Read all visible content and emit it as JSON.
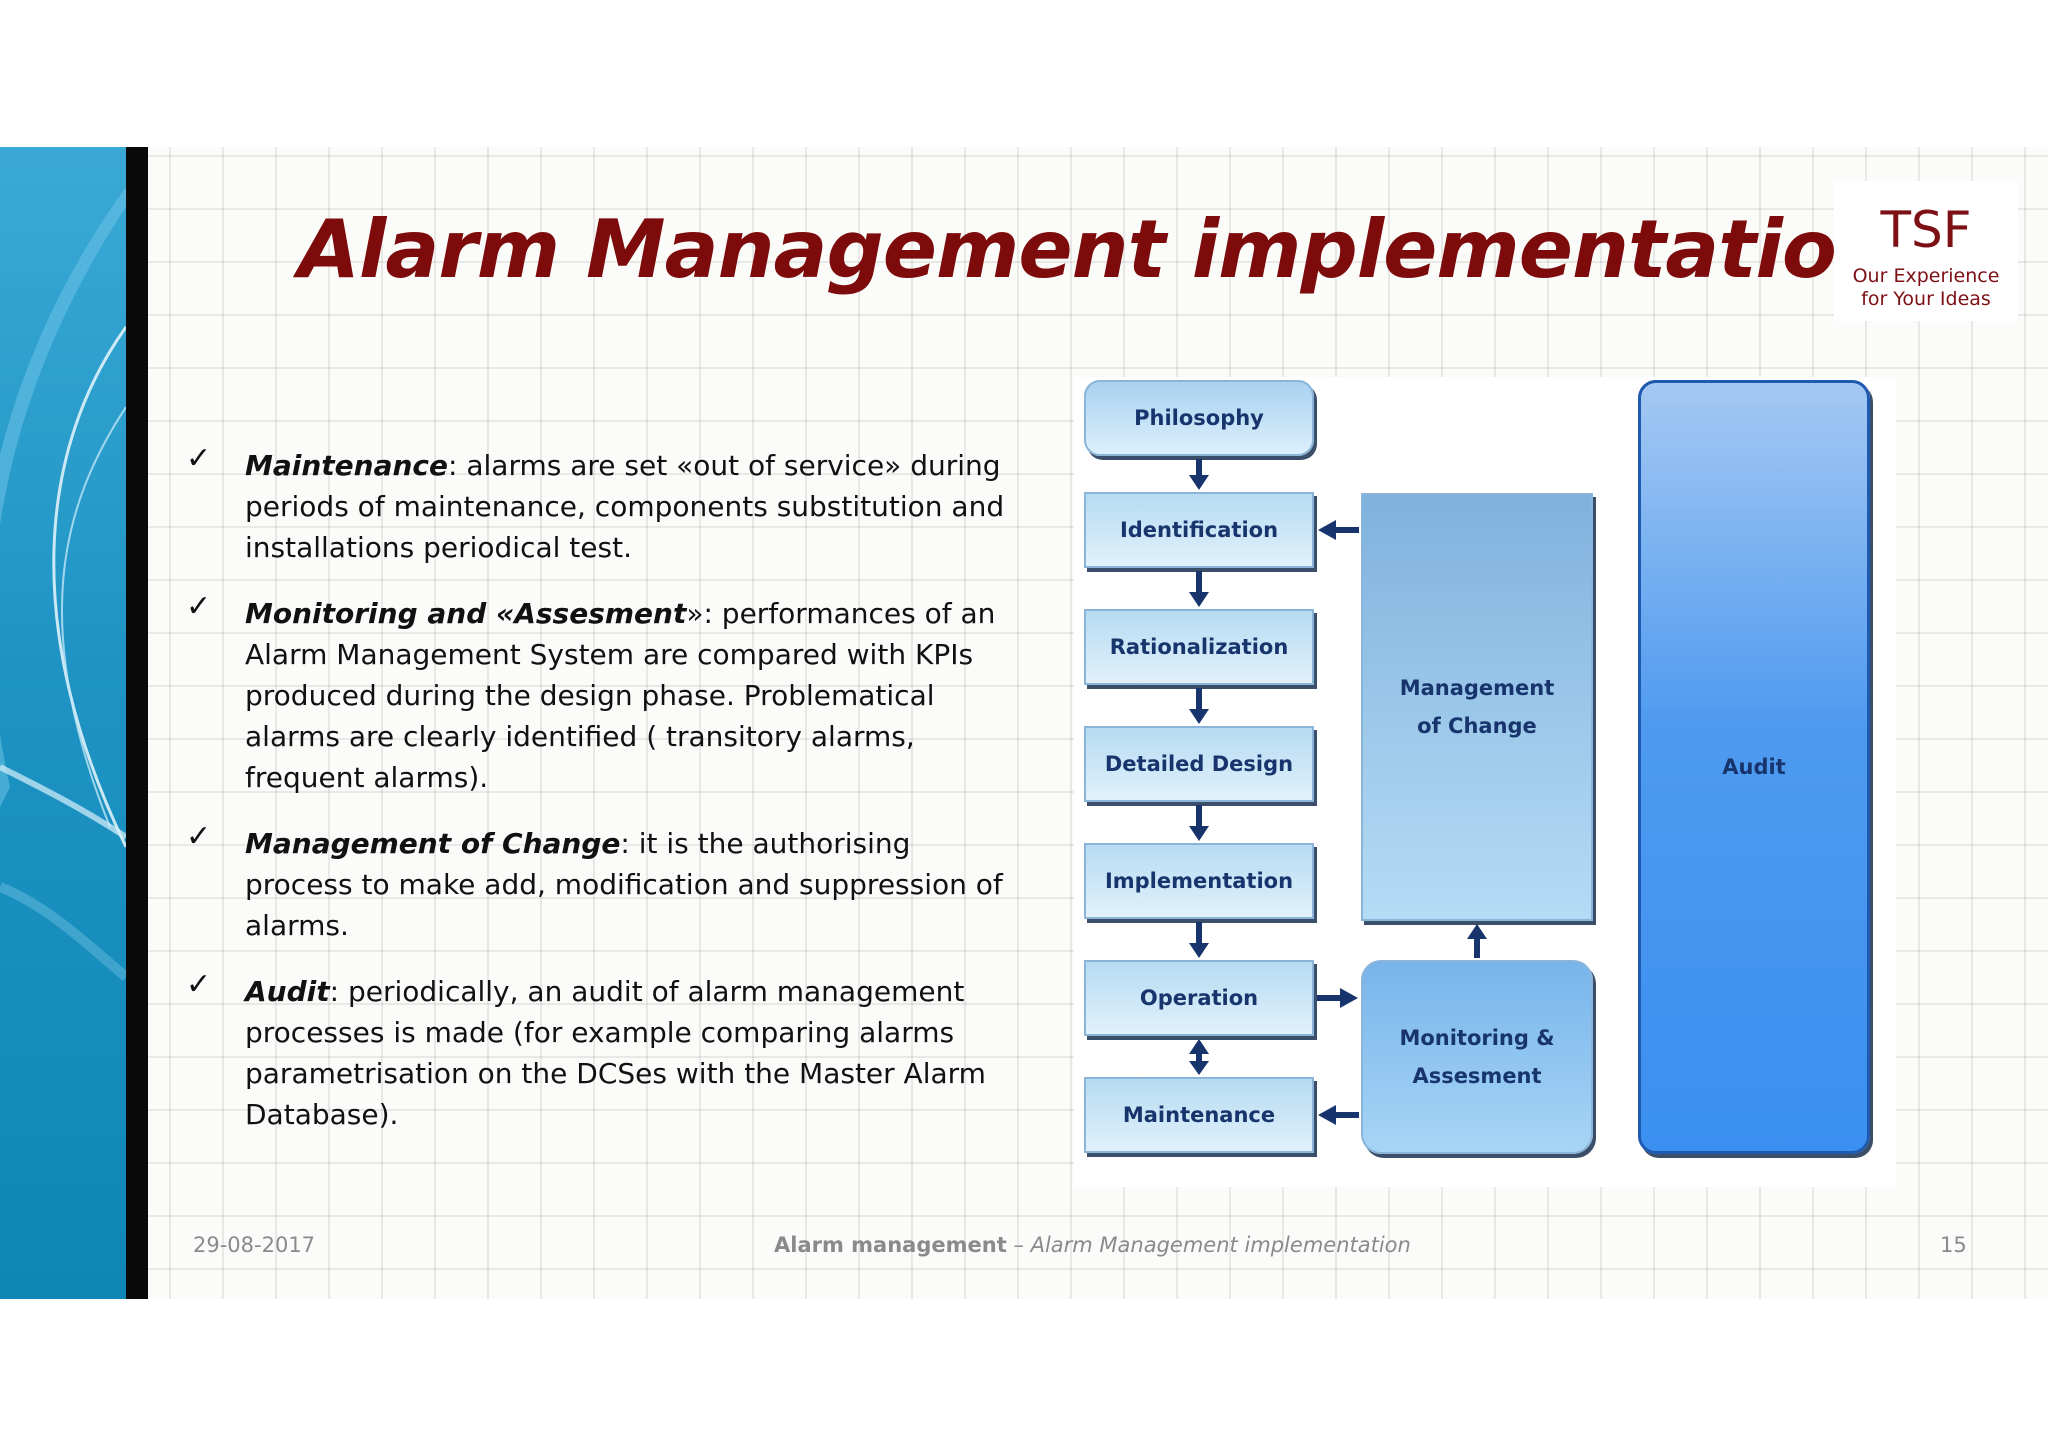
{
  "title": "Alarm Management implementation",
  "logo": {
    "name": "TSF",
    "tagline_line1": "Our Experience",
    "tagline_line2": "for Your Ideas"
  },
  "bullets": [
    {
      "term": "Maintenance",
      "text": ": alarms are set «out of service» during periods of maintenance, components substitution and installations periodical test."
    },
    {
      "term": "Monitoring and «Assesment",
      "text": "»: performances of an Alarm Management System are compared with KPIs produced during the design phase. Problematical alarms are clearly identified ( transitory alarms, frequent alarms)."
    },
    {
      "term": "Management of Change",
      "text": ": it is the authorising process to make add, modification and suppression of alarms."
    },
    {
      "term": "Audit",
      "text": ": periodically, an audit of alarm management processes is made (for example comparing alarms parametrisation on the DCSes with the Master Alarm Database)."
    }
  ],
  "diagram": {
    "steps": [
      "Philosophy",
      "Identification",
      "Rationalization",
      "Detailed Design",
      "Implementation",
      "Operation",
      "Maintenance"
    ],
    "moc_line1": "Management",
    "moc_line2": "of Change",
    "monitoring_line1": "Monitoring &",
    "monitoring_line2": "Assesment",
    "audit": "Audit",
    "colors": {
      "arrow": "#17346d",
      "step_text": "#17346d",
      "audit_fill": "#3b8ff0"
    }
  },
  "footer": {
    "date": "29-08-2017",
    "title_bold": "Alarm management",
    "separator": " – ",
    "subtitle": "Alarm Management implementation",
    "page_number": "15"
  },
  "icons": {
    "check": "checkmark-icon",
    "arrow": "arrow-icon"
  },
  "accent_color": "#7d0b0b"
}
